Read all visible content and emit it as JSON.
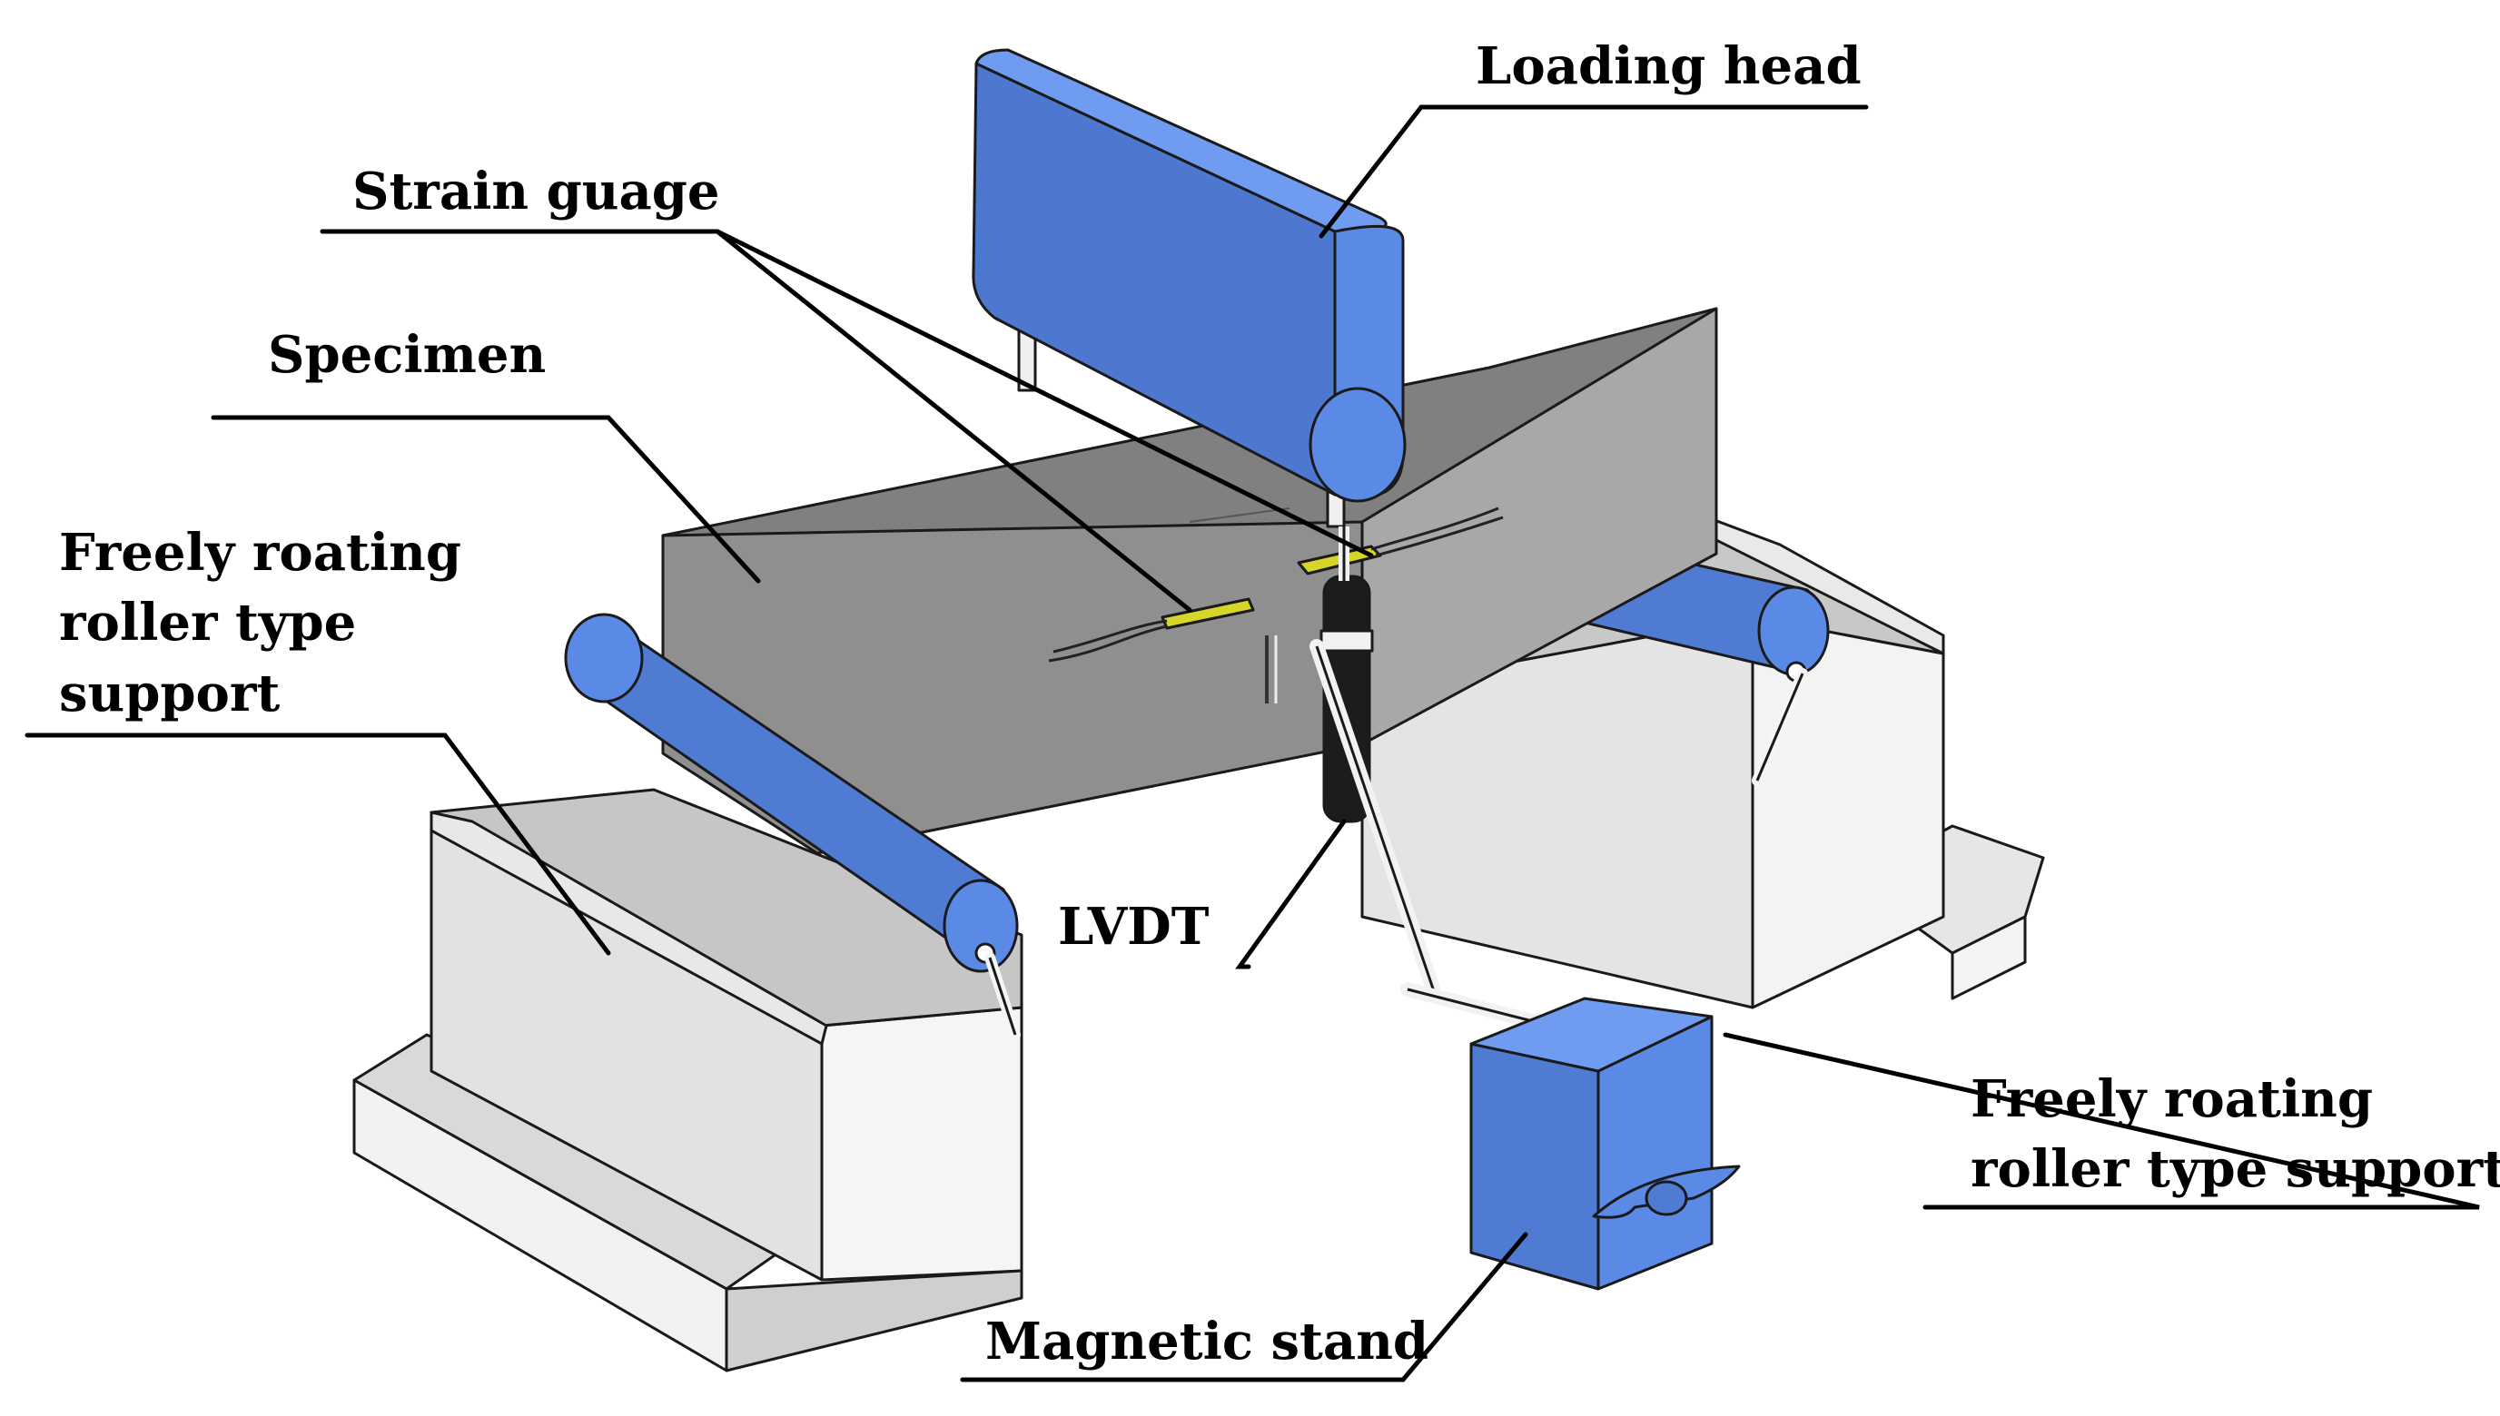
{
  "labels": {
    "loading_head": "Loading head",
    "strain_gauge": "Strain guage",
    "specimen": "Specimen",
    "left_support": [
      "Freely roating",
      "roller type",
      "support"
    ],
    "lvdt": "LVDT",
    "right_support": [
      "Freely roating",
      "roller type support"
    ],
    "magnetic_stand": "Magnetic stand"
  },
  "colors": {
    "blue_front": "#4f7bd3",
    "blue_side": "#5b8ae6",
    "blue_top": "#6f9bf0",
    "specimen_top": "#808080",
    "specimen_front": "#8e8e8e",
    "specimen_side": "#a6a6a6",
    "support_light": "#ececec",
    "support_mid": "#d8d8d8",
    "support_dark": "#c4c4c4",
    "gauge_yellow": "#d7d42a",
    "lvdt_black": "#1c1c1c"
  }
}
